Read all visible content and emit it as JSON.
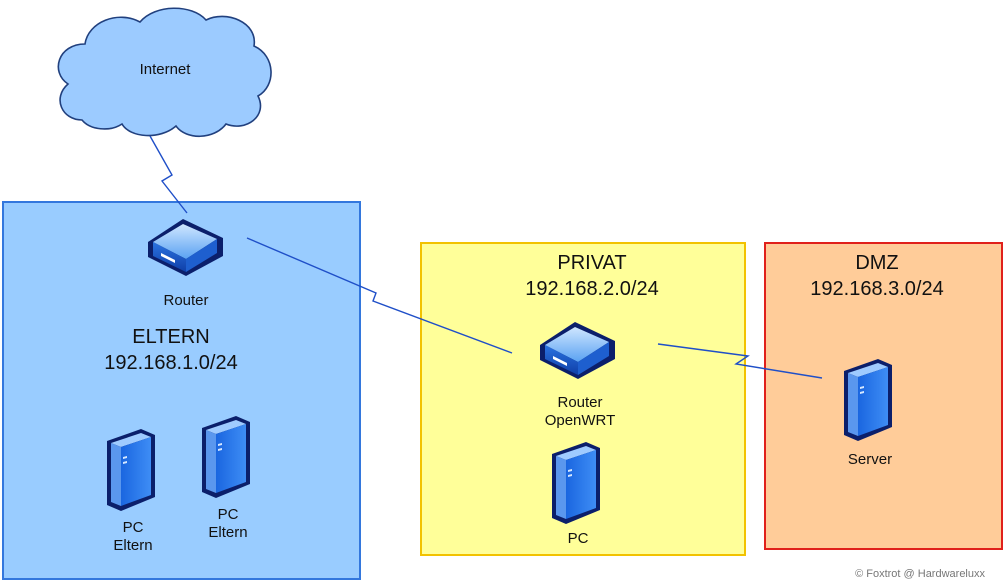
{
  "cloud": {
    "label": "Internet",
    "icon": "cloud-icon"
  },
  "zones": {
    "eltern": {
      "title": "ELTERN",
      "subnet": "192.168.1.0/24",
      "fill": "#99CCFF",
      "border": "#3377DD"
    },
    "privat": {
      "title": "PRIVAT",
      "subnet": "192.168.2.0/24",
      "fill": "#FFFF99",
      "border": "#F2C200"
    },
    "dmz": {
      "title": "DMZ",
      "subnet": "192.168.3.0/24",
      "fill": "#FFCC99",
      "border": "#E0201B"
    }
  },
  "devices": {
    "router_eltern": {
      "label": "Router",
      "icon": "router-icon"
    },
    "router_openwrt": {
      "label_line1": "Router",
      "label_line2": "OpenWRT",
      "icon": "router-icon"
    },
    "pc_eltern_1": {
      "label_line1": "PC",
      "label_line2": "Eltern",
      "icon": "server-tower-icon"
    },
    "pc_eltern_2": {
      "label_line1": "PC",
      "label_line2": "Eltern",
      "icon": "server-tower-icon"
    },
    "pc_privat": {
      "label": "PC",
      "icon": "server-tower-icon"
    },
    "server_dmz": {
      "label": "Server",
      "icon": "server-tower-icon"
    }
  },
  "links": [
    {
      "from": "Internet",
      "to": "Router",
      "type": "wan-link"
    },
    {
      "from": "Router",
      "to": "Router OpenWRT",
      "type": "wan-link"
    },
    {
      "from": "Router OpenWRT",
      "to": "Server",
      "type": "wan-link"
    }
  ],
  "copyright": "© Foxtrot @ Hardwareluxx"
}
